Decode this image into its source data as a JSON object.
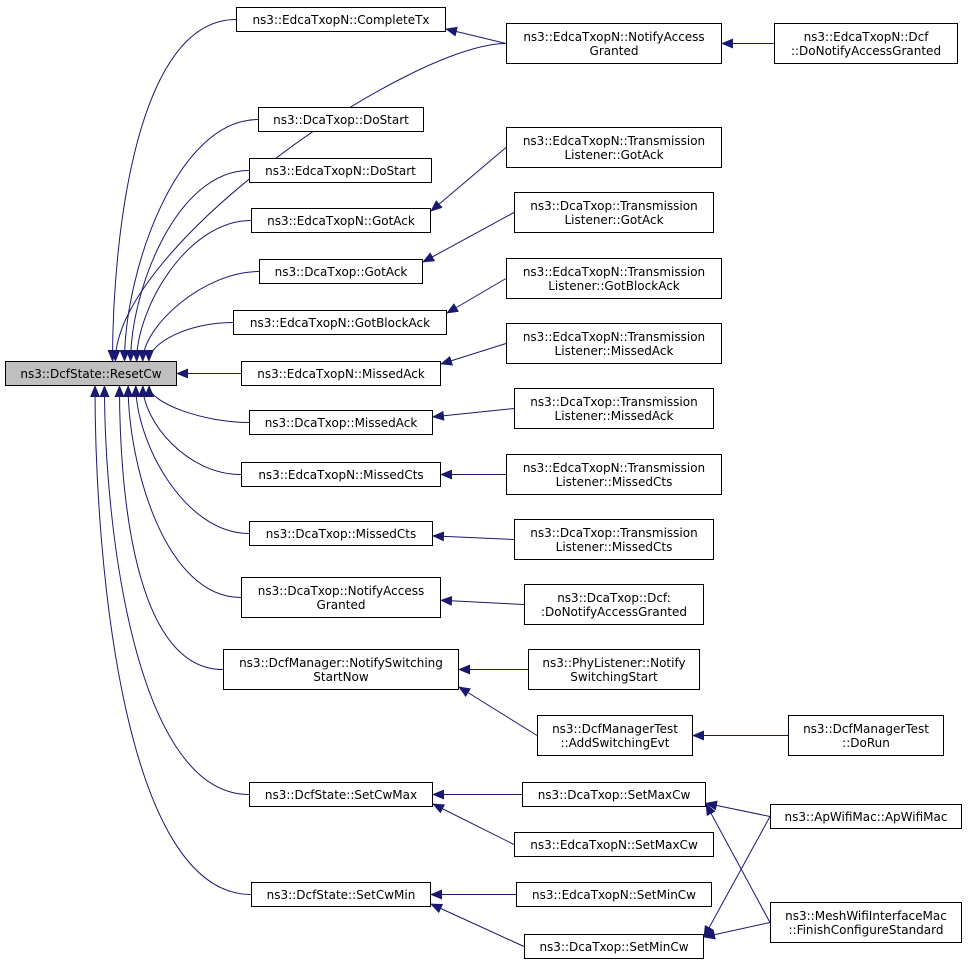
{
  "graph": {
    "edge_color": "#191970",
    "root_fill": "#bfbfbf",
    "node_fill": "#ffffff",
    "nodes": {
      "root": "ns3::DcfState::ResetCw",
      "completeTx": "ns3::EdcaTxopN::CompleteTx",
      "edcaNotifyAccess": "ns3::EdcaTxopN::NotifyAccess\nGranted",
      "edcaDcfDoNotify": "ns3::EdcaTxopN::Dcf\n::DoNotifyAccessGranted",
      "dcaDoStart": "ns3::DcaTxop::DoStart",
      "edcaDoStart": "ns3::EdcaTxopN::DoStart",
      "edcaGotAck": "ns3::EdcaTxopN::GotAck",
      "edcaTLGotAck": "ns3::EdcaTxopN::Transmission\nListener::GotAck",
      "dcaGotAck": "ns3::DcaTxop::GotAck",
      "dcaTLGotAck": "ns3::DcaTxop::Transmission\nListener::GotAck",
      "edcaGotBlockAck": "ns3::EdcaTxopN::GotBlockAck",
      "edcaTLGotBlockAck": "ns3::EdcaTxopN::Transmission\nListener::GotBlockAck",
      "edcaMissedAck": "ns3::EdcaTxopN::MissedAck",
      "edcaTLMissedAck": "ns3::EdcaTxopN::Transmission\nListener::MissedAck",
      "dcaMissedAck": "ns3::DcaTxop::MissedAck",
      "dcaTLMissedAck": "ns3::DcaTxop::Transmission\nListener::MissedAck",
      "edcaMissedCts": "ns3::EdcaTxopN::MissedCts",
      "edcaTLMissedCts": "ns3::EdcaTxopN::Transmission\nListener::MissedCts",
      "dcaMissedCts": "ns3::DcaTxop::MissedCts",
      "dcaTLMissedCts": "ns3::DcaTxop::Transmission\nListener::MissedCts",
      "dcaNotifyAccess": "ns3::DcaTxop::NotifyAccess\nGranted",
      "dcaDcfDoNotify": "ns3::DcaTxop::Dcf:\n:DoNotifyAccessGranted",
      "dcfMgrNotifySwitching": "ns3::DcfManager::NotifySwitching\nStartNow",
      "phyListenerNotify": "ns3::PhyListener::Notify\nSwitchingStart",
      "dcfMgrTestAddSwitching": "ns3::DcfManagerTest\n::AddSwitchingEvt",
      "dcfMgrTestDoRun": "ns3::DcfManagerTest\n::DoRun",
      "setCwMax": "ns3::DcfState::SetCwMax",
      "dcaSetMaxCw": "ns3::DcaTxop::SetMaxCw",
      "apWifiMac": "ns3::ApWifiMac::ApWifiMac",
      "edcaSetMaxCw": "ns3::EdcaTxopN::SetMaxCw",
      "setCwMin": "ns3::DcfState::SetCwMin",
      "edcaSetMinCw": "ns3::EdcaTxopN::SetMinCw",
      "meshFinishConfigure": "ns3::MeshWifiInterfaceMac\n::FinishConfigureStandard",
      "dcaSetMinCw": "ns3::DcaTxop::SetMinCw"
    },
    "edges": [
      [
        "completeTx",
        "root"
      ],
      [
        "edcaNotifyAccess",
        "root"
      ],
      [
        "dcaDoStart",
        "root"
      ],
      [
        "edcaDoStart",
        "root"
      ],
      [
        "edcaGotAck",
        "root"
      ],
      [
        "dcaGotAck",
        "root"
      ],
      [
        "edcaGotBlockAck",
        "root"
      ],
      [
        "edcaMissedAck",
        "root"
      ],
      [
        "dcaMissedAck",
        "root"
      ],
      [
        "edcaMissedCts",
        "root"
      ],
      [
        "dcaMissedCts",
        "root"
      ],
      [
        "dcaNotifyAccess",
        "root"
      ],
      [
        "dcfMgrNotifySwitching",
        "root"
      ],
      [
        "setCwMax",
        "root"
      ],
      [
        "setCwMin",
        "root"
      ],
      [
        "edcaNotifyAccess",
        "completeTx"
      ],
      [
        "edcaDcfDoNotify",
        "edcaNotifyAccess"
      ],
      [
        "edcaTLGotAck",
        "edcaGotAck"
      ],
      [
        "dcaTLGotAck",
        "dcaGotAck"
      ],
      [
        "edcaTLGotBlockAck",
        "edcaGotBlockAck"
      ],
      [
        "edcaTLMissedAck",
        "edcaMissedAck"
      ],
      [
        "dcaTLMissedAck",
        "dcaMissedAck"
      ],
      [
        "edcaTLMissedCts",
        "edcaMissedCts"
      ],
      [
        "dcaTLMissedCts",
        "dcaMissedCts"
      ],
      [
        "dcaDcfDoNotify",
        "dcaNotifyAccess"
      ],
      [
        "phyListenerNotify",
        "dcfMgrNotifySwitching"
      ],
      [
        "dcfMgrTestAddSwitching",
        "dcfMgrNotifySwitching"
      ],
      [
        "dcfMgrTestDoRun",
        "dcfMgrTestAddSwitching"
      ],
      [
        "dcaSetMaxCw",
        "setCwMax"
      ],
      [
        "edcaSetMaxCw",
        "setCwMax"
      ],
      [
        "apWifiMac",
        "dcaSetMaxCw"
      ],
      [
        "meshFinishConfigure",
        "dcaSetMaxCw"
      ],
      [
        "edcaSetMinCw",
        "setCwMin"
      ],
      [
        "dcaSetMinCw",
        "setCwMin"
      ],
      [
        "apWifiMac",
        "dcaSetMinCw"
      ],
      [
        "meshFinishConfigure",
        "dcaSetMinCw"
      ]
    ]
  }
}
